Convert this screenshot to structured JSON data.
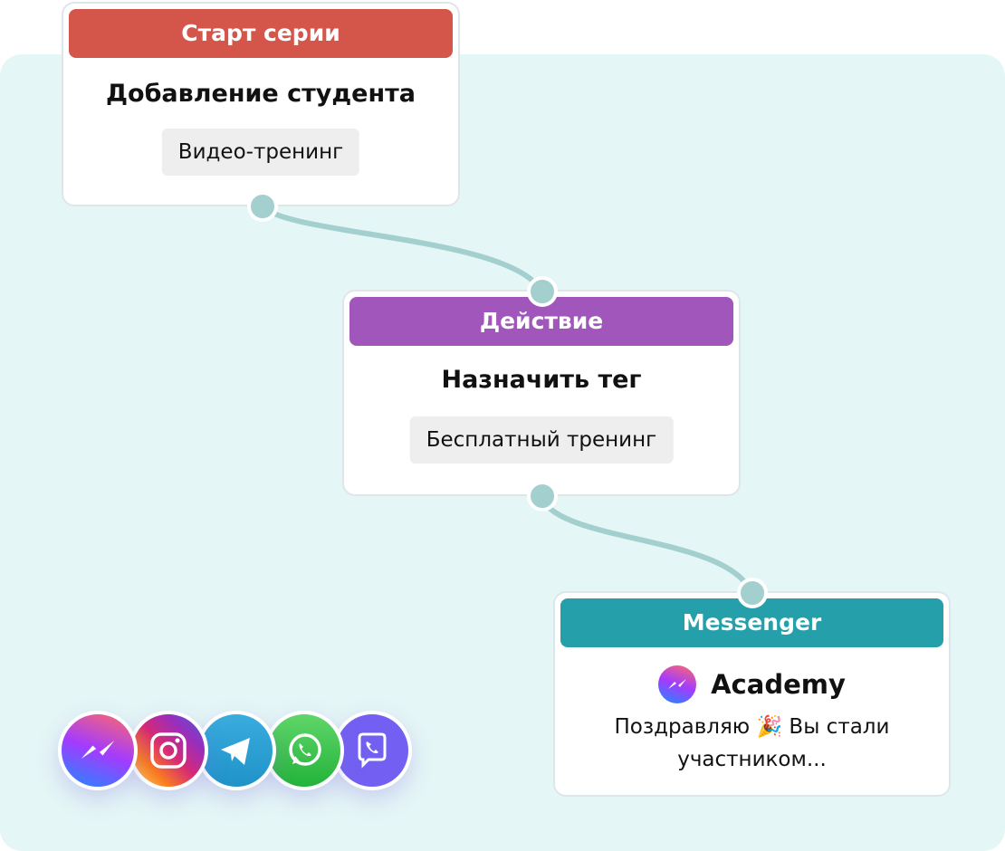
{
  "nodes": [
    {
      "header": "Старт серии",
      "title": "Добавление студента",
      "tag": "Видео-тренинг",
      "color": "#d4554a"
    },
    {
      "header": "Действие",
      "title": "Назначить тег",
      "tag": "Бесплатный тренинг",
      "color": "#a056bb"
    },
    {
      "header": "Messenger",
      "title": "Academy",
      "message": "Поздравляю 🎉 Вы стали участником...",
      "color": "#25a0aa"
    }
  ],
  "channels": [
    "messenger-icon",
    "instagram-icon",
    "telegram-icon",
    "whatsapp-icon",
    "viber-icon"
  ]
}
